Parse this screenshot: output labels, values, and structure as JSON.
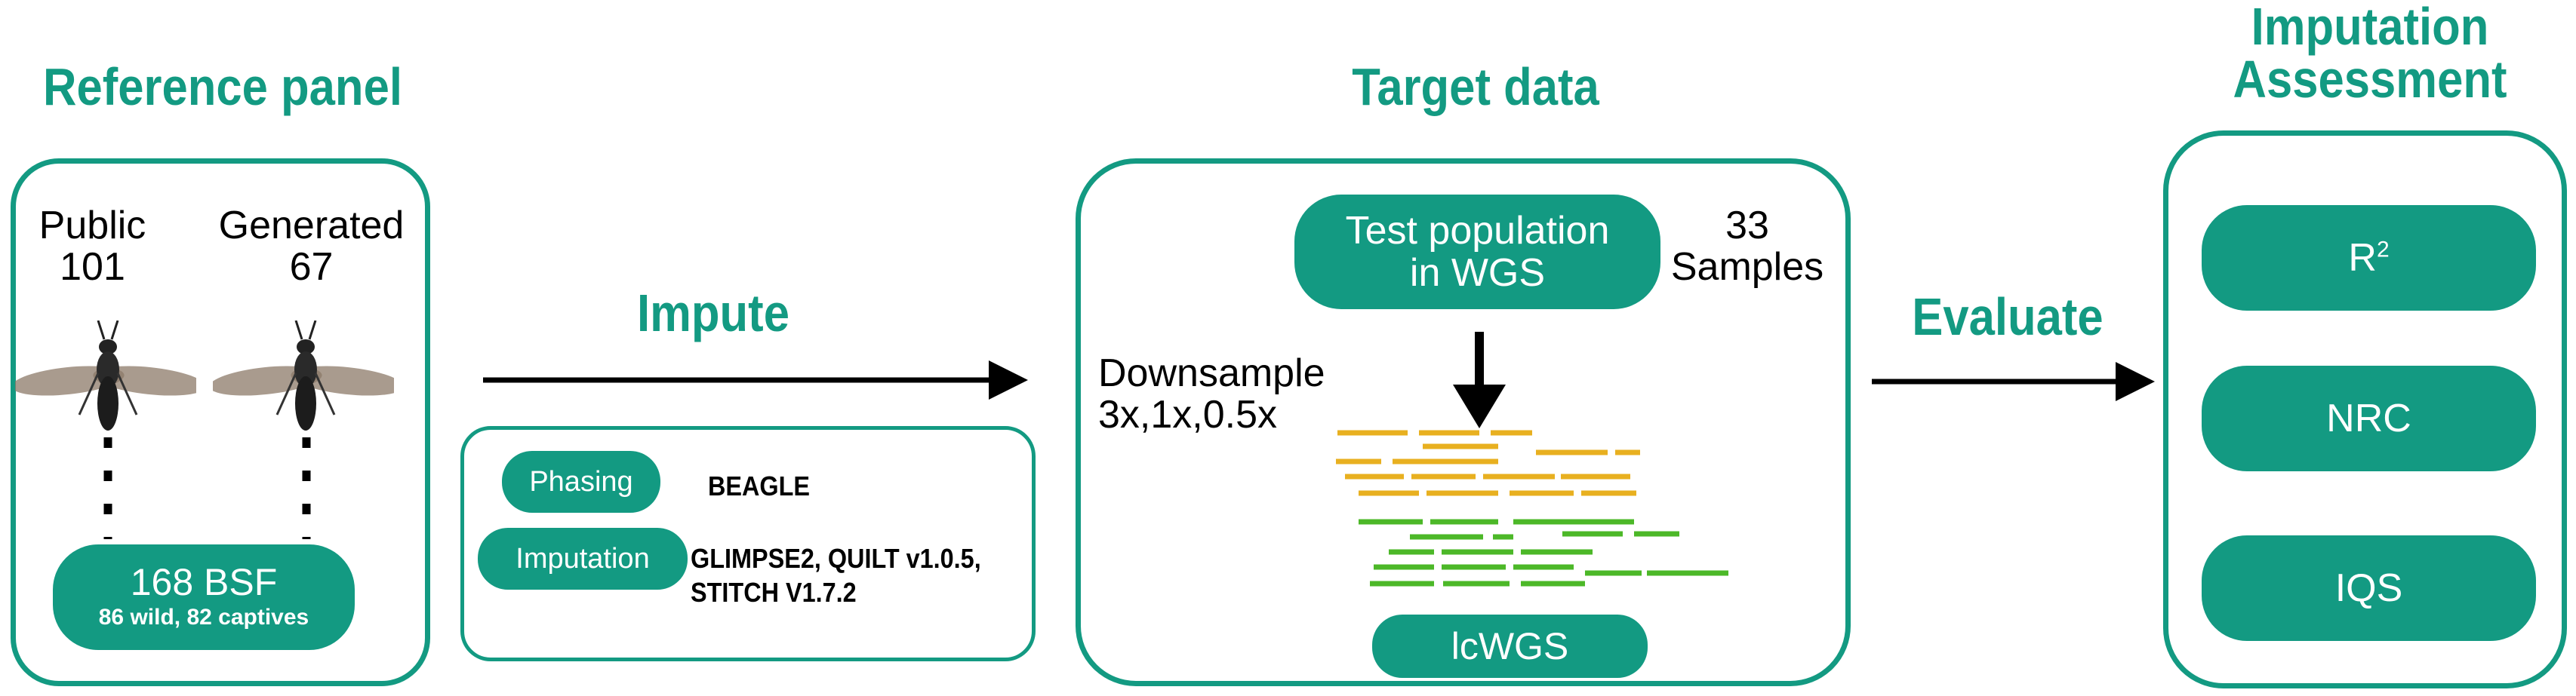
{
  "reference_panel": {
    "title": "Reference panel",
    "public_label": "Public",
    "public_count": "101",
    "generated_label": "Generated",
    "generated_count": "67",
    "total_label": "168 BSF",
    "total_sub": "86 wild, 82 captives"
  },
  "impute": {
    "label": "Impute",
    "phasing_label": "Phasing",
    "phasing_tool": "BEAGLE",
    "imputation_label": "Imputation",
    "imputation_tools_line1": "GLIMPSE2, QUILT v1.0.5,",
    "imputation_tools_line2": "STITCH V1.7.2"
  },
  "target": {
    "title": "Target data",
    "test_line1": "Test population",
    "test_line2": "in WGS",
    "samples_count": "33",
    "samples_label": "Samples",
    "downsample_line1": "Downsample",
    "downsample_line2": "3x,1x,0.5x",
    "lcwgs_label": "lcWGS"
  },
  "evaluate": {
    "label": "Evaluate"
  },
  "assessment": {
    "title_line1": "Imputation",
    "title_line2": "Assessment",
    "metrics": [
      {
        "base": "R",
        "sup": "2"
      },
      {
        "base": "NRC",
        "sup": ""
      },
      {
        "base": "IQS",
        "sup": ""
      }
    ]
  },
  "colors": {
    "accent": "#139a82",
    "read_orange": "#e8b020",
    "read_green": "#4cb828"
  },
  "icons": [
    "fly-icon"
  ]
}
